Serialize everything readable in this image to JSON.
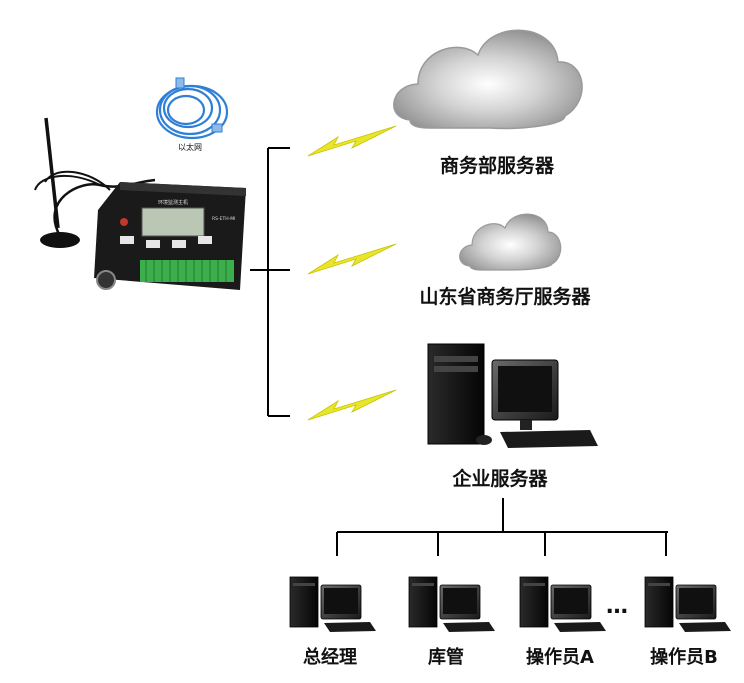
{
  "labels": {
    "ethernet": "以太网",
    "commerce_dept_server": "商务部服务器",
    "provincial_server": "山东省商务厅服务器",
    "enterprise_server": "企业服务器",
    "ellipsis": "…",
    "clients": [
      "总经理",
      "库管",
      "操作员A",
      "操作员B"
    ]
  },
  "device": {
    "screen_title": "环境监测主机",
    "model": "RS-ETH-MI"
  },
  "colors": {
    "line": "#000000",
    "lightning": "#e8e62a",
    "device_body": "#1a1a1a",
    "terminal_block": "#3cae4c",
    "cable": "#2f7fd6",
    "screen": "#b9c7b4"
  }
}
